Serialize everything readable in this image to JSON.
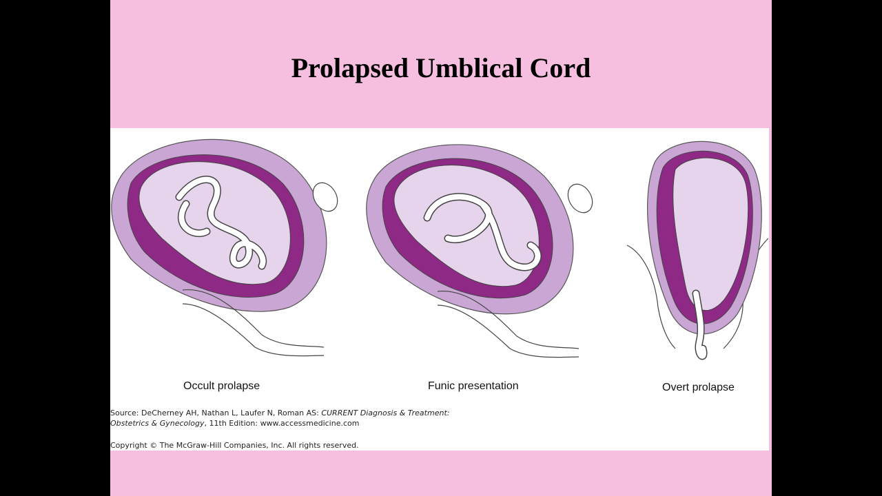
{
  "slide": {
    "title": "Prolapsed Umblical Cord",
    "colors": {
      "background": "#f6bfdf",
      "panel": "#ffffff",
      "tissue": "#e6d4ec",
      "wall": "#8e2a86"
    }
  },
  "figure": {
    "captions": {
      "occult": "Occult prolapse",
      "funic": "Funic presentation",
      "overt": "Overt prolapse"
    },
    "source": {
      "prefix": "Source: DeCherney AH, Nathan L, Laufer N, Roman AS: ",
      "title_italic_1": "CURRENT Diagnosis & Treatment:",
      "title_italic_2": "Obstetrics & Gynecology",
      "suffix": ", 11th Edition: www.accessmedicine.com"
    },
    "copyright": "Copyright © The McGraw-Hill Companies, Inc. All rights reserved."
  }
}
